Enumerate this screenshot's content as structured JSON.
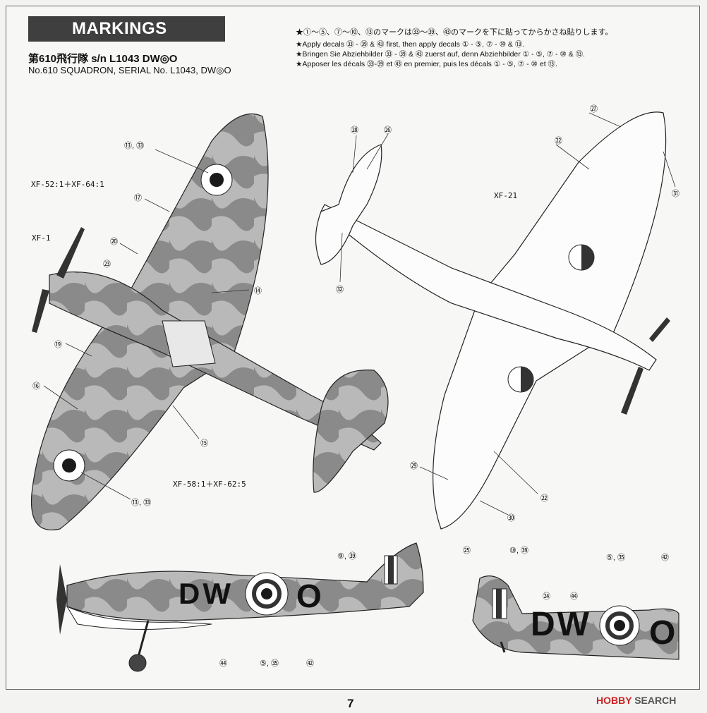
{
  "header": {
    "title": "MARKINGS",
    "squadron_jp": "第610飛行隊 s/n L1043 DW◎O",
    "squadron_en": "No.610 SQUADRON, SERIAL No. L1043, DW◎O"
  },
  "instructions": [
    "★①～⑤、⑦～⑩、⑬のマークは㉝～㊴、㊸のマークを下に貼ってからかさね貼りします。",
    "★Apply decals ㉝ - ㊴ & ㊸ first, then apply decals ① - ⑤, ⑦ - ⑩ & ⑬.",
    "★Bringen Sie Abziehbilder ㉝ - ㊴ & ㊸ zuerst auf, denn Abziehbilder ① - ⑤, ⑦ - ⑩ & ⑬.",
    "★Apposer les décals ㉝-㊴ et ㊸ en premier, puis les décals ① - ⑤, ⑦ - ⑩ et ⑬."
  ],
  "paints": {
    "top_upper": "XF-52:1＋XF-64:1",
    "top_prop": "XF-1",
    "top_lower": "XF-58:1＋XF-62:5",
    "bottom": "XF-21"
  },
  "top_callouts": {
    "c13_33_a": "⑬, ㉝",
    "c17": "⑰",
    "c20": "⑳",
    "c23": "㉓",
    "c14": "⑭",
    "c19": "⑲",
    "c16": "⑯",
    "c15": "⑮",
    "c13_33_b": "⑬, ㉝"
  },
  "bottom_callouts": {
    "c28": "㉘",
    "c26": "㉖",
    "c27": "㉗",
    "c22_a": "㉒",
    "c31": "㉛",
    "c32": "㉜",
    "c29": "㉙",
    "c22_b": "㉒",
    "c30": "㉚"
  },
  "side_left_callouts": {
    "c9_39": "⑨, ㊴",
    "c44": "㊹",
    "c5_35": "⑤, ㉟",
    "c42": "㊷"
  },
  "side_right_callouts": {
    "c25": "㉕",
    "c10_39": "⑩, ㊴",
    "c5_35": "⑤, ㉟",
    "c42": "㊷",
    "c24": "㉔",
    "c44": "㊹"
  },
  "fuselage_codes": {
    "left": "DW",
    "left_tail": "O",
    "right": "DW",
    "right_tail": "O"
  },
  "page_number": "7",
  "watermark": {
    "brand": "HOBBY",
    "suffix": "SEARCH"
  },
  "colors": {
    "camo_dark": "#6e6e6e",
    "camo_light": "#b4b4b4",
    "underside": "#ffffff",
    "roundel_blue": "#1a1a1a"
  }
}
